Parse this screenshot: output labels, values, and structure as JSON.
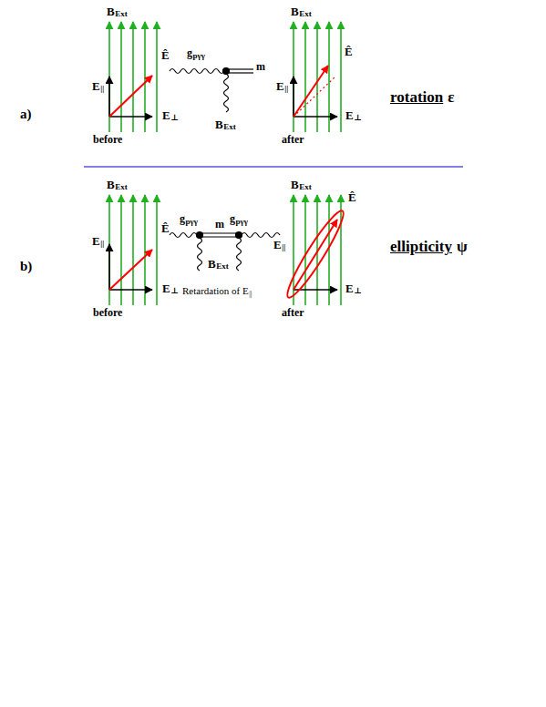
{
  "diagram": {
    "labels": [
      "a)",
      "B",
      "Ext",
      "E",
      "||",
      "Ê",
      "E",
      "⊥",
      "before",
      "g",
      "pγγ",
      "m",
      "B",
      "Ext",
      "B",
      "Ext",
      "E",
      "||",
      "Ê",
      "E",
      "⊥",
      "after",
      "rotation",
      "ε",
      "b)",
      "B",
      "Ext",
      "E",
      "||",
      "Ê",
      "E",
      "⊥",
      "before",
      "g",
      "pγγ",
      "m",
      "g",
      "pγγ",
      "B",
      "Ext",
      "Retardation of E",
      "||",
      "B",
      "Ext",
      "E",
      "||",
      "Ê",
      "E",
      "⊥",
      "after",
      "ellipticity",
      "ψ"
    ]
  }
}
